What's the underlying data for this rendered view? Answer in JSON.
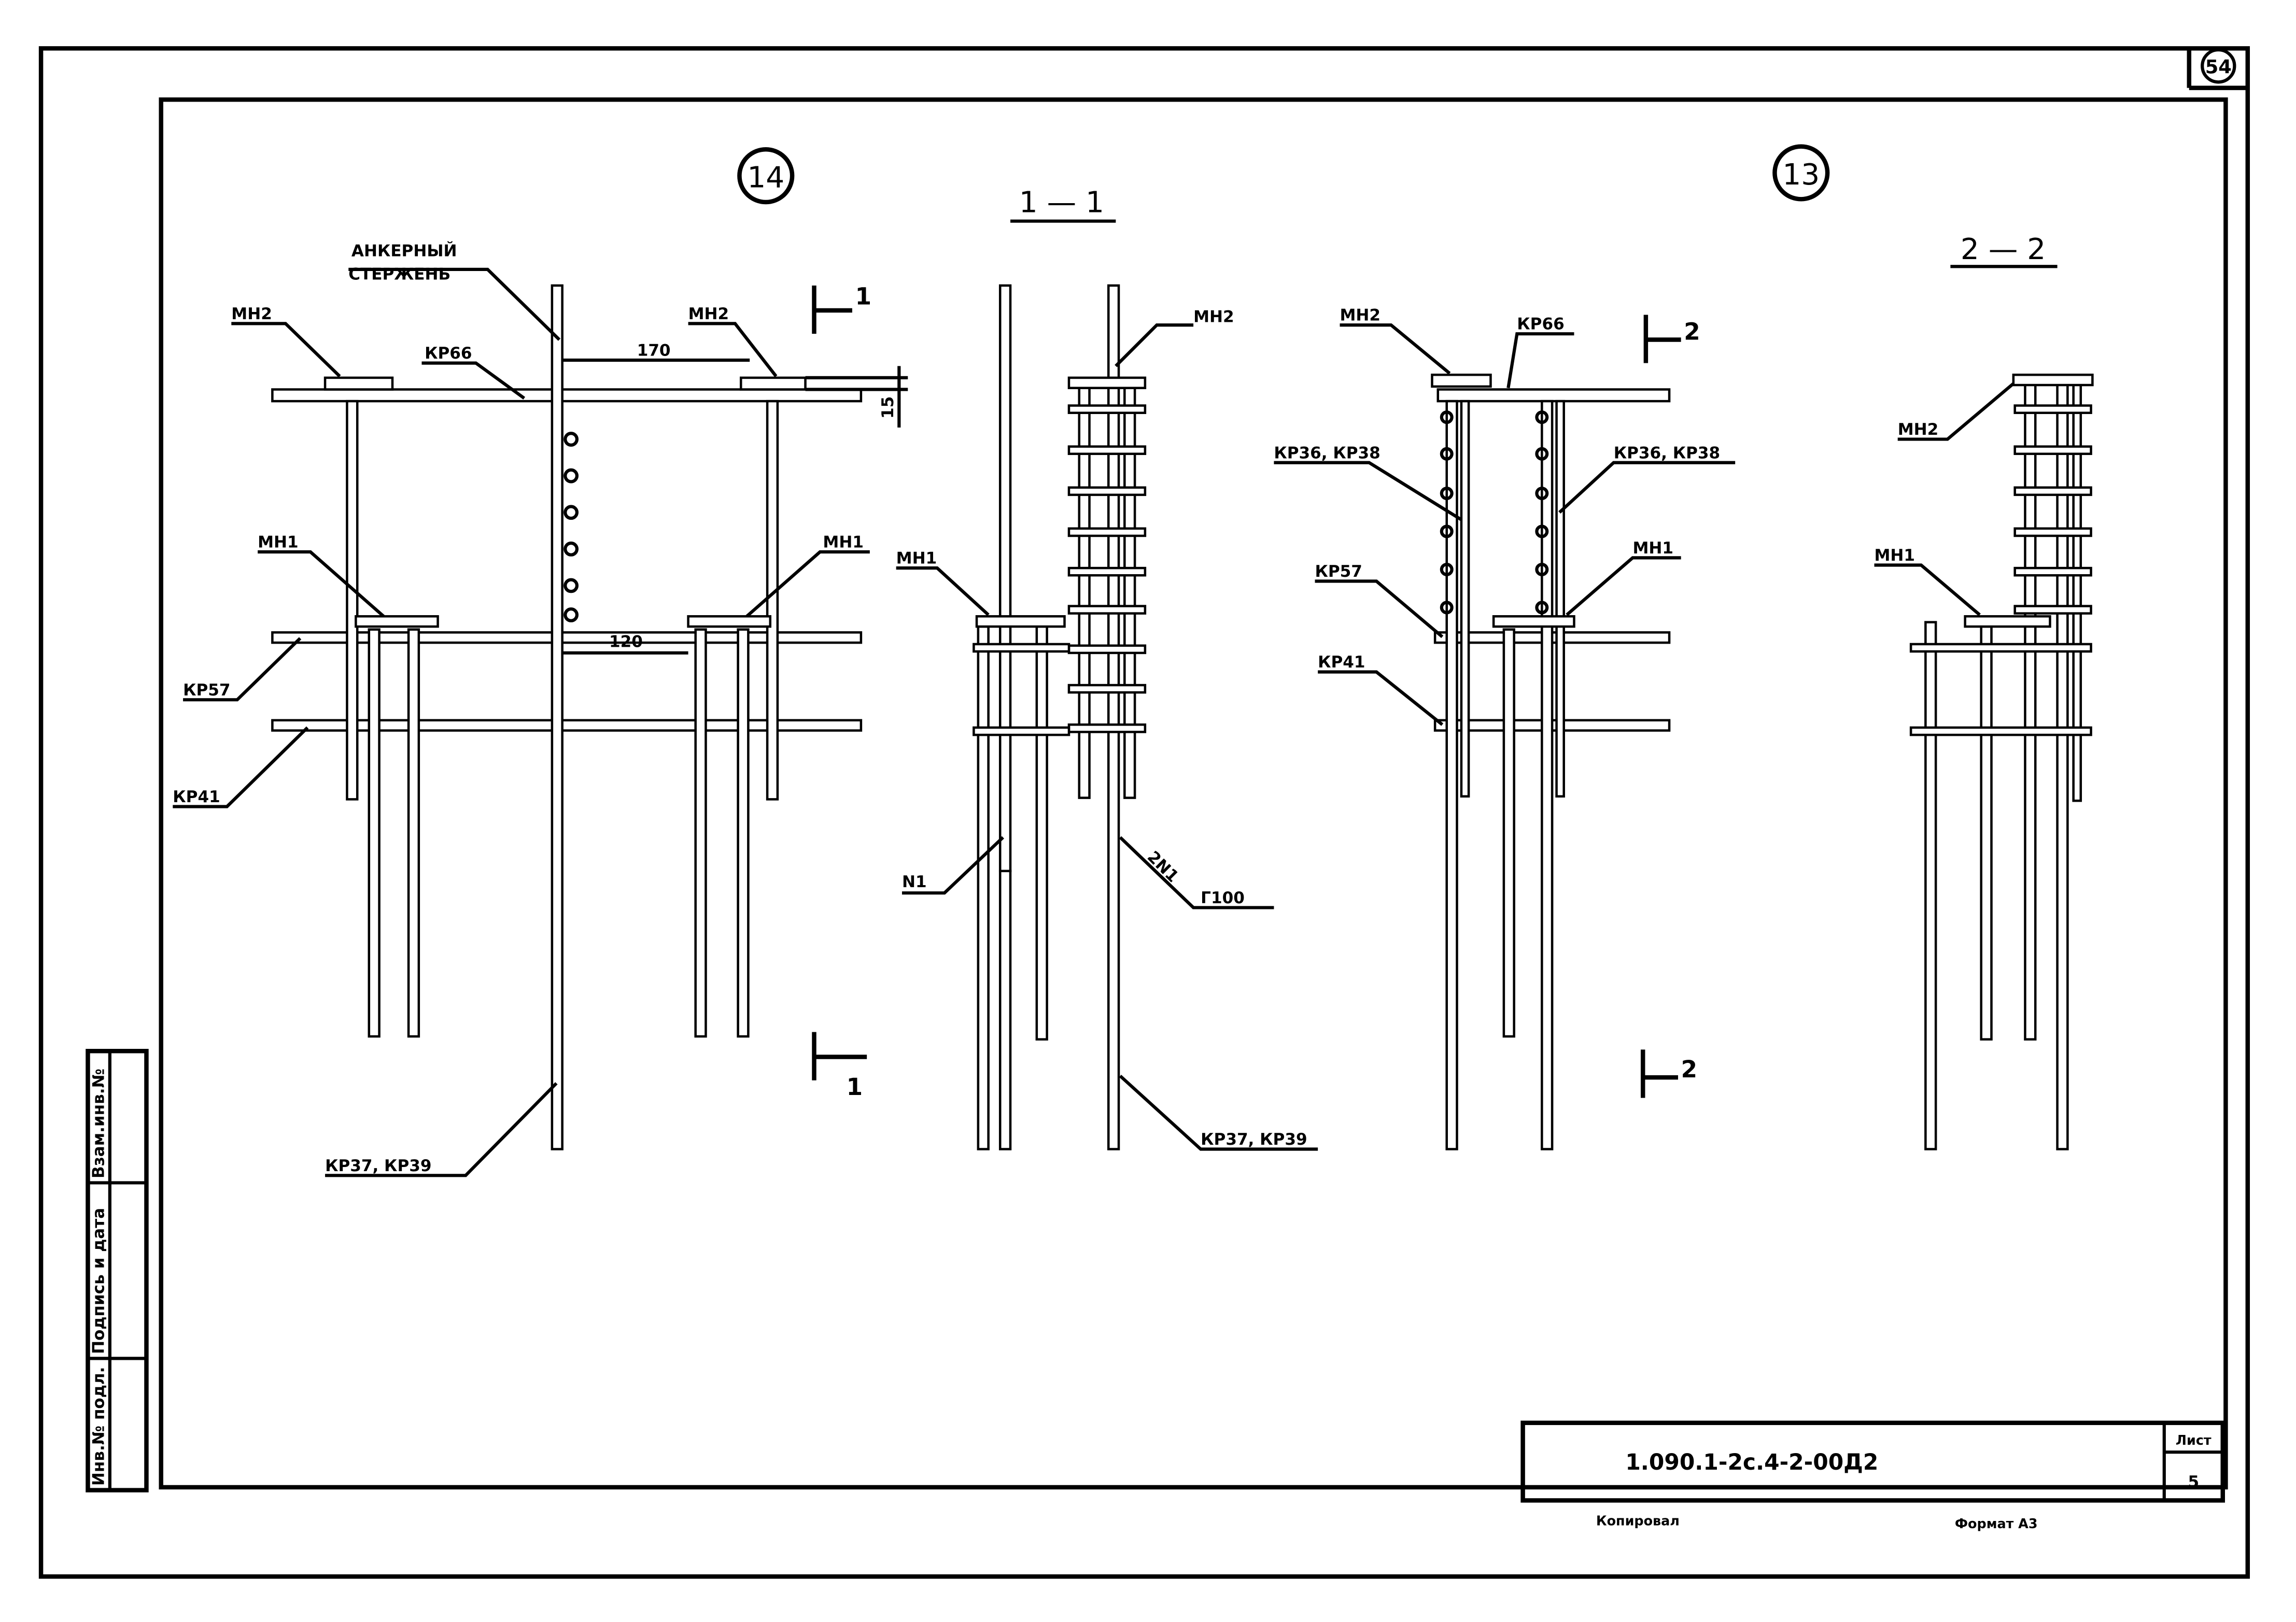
{
  "sheet_number_circle": "54",
  "node_14": "14",
  "node_13": "13",
  "section_1_title": "1 — 1",
  "section_2_title": "2 — 2",
  "section_1_mark": "1",
  "section_2_mark": "2",
  "labels": {
    "anchor_line1": "АНКЕРНЫЙ",
    "anchor_line2": "СТЕРЖЕНЬ",
    "mn2": "МН2",
    "mn1": "МН1",
    "kr66": "КР66",
    "kr57": "КР57",
    "kr41": "КР41",
    "kr37_39": "КР37, КР39",
    "kr36_38": "КР36, КР38",
    "n1": "N1",
    "n2": "2N1",
    "g100": "Г100",
    "dim_170": "170",
    "dim_120": "120",
    "dim_15": "15"
  },
  "side_stamp": {
    "cell1": "Взам.инв.№",
    "cell2": "Подпись и дата",
    "cell3": "Инв.№ подл."
  },
  "title_block": {
    "code": "1.090.1-2с.4-2-00Д2",
    "sheet_label": "Лист",
    "sheet_value": "5",
    "checked": "Копировал",
    "format": "Формат А3"
  }
}
